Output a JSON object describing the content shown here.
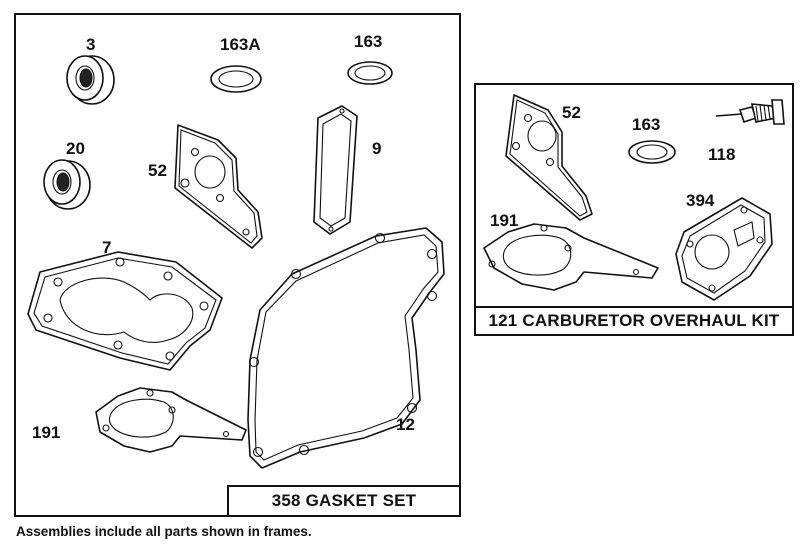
{
  "gasket_set": {
    "caption": "358 GASKET SET",
    "labels": {
      "p3": "3",
      "p163a": "163A",
      "p163": "163",
      "p20": "20",
      "p52": "52",
      "p9": "9",
      "p7": "7",
      "p191": "191",
      "p12": "12"
    }
  },
  "carb_kit": {
    "caption": "121 CARBURETOR OVERHAUL KIT",
    "labels": {
      "p52": "52",
      "p163": "163",
      "p118": "118",
      "p191": "191",
      "p394": "394"
    }
  },
  "footnote": "Assemblies include all parts shown in frames."
}
